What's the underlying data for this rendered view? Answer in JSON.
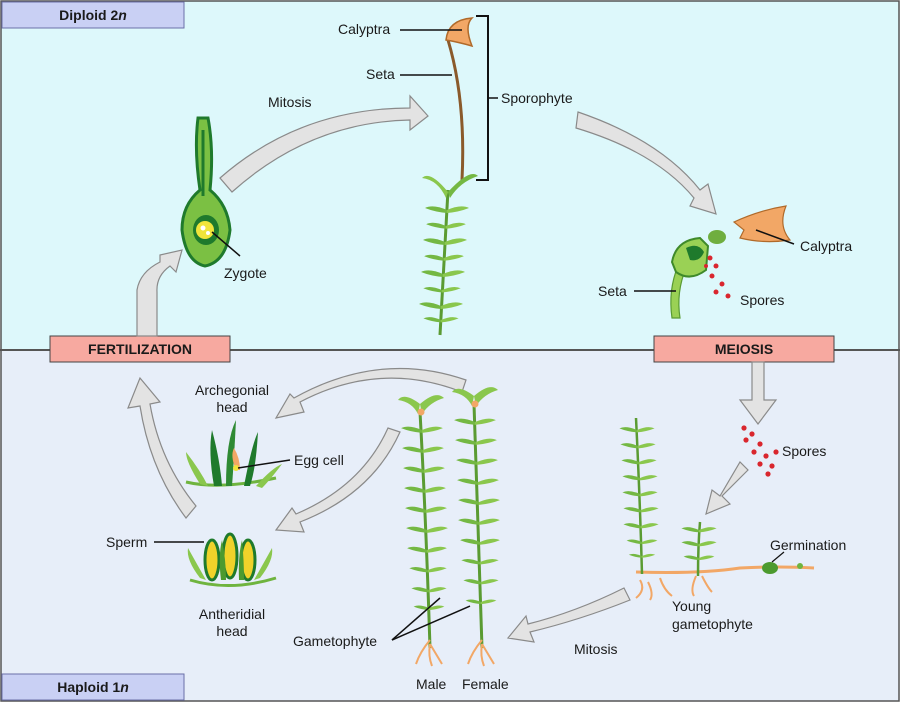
{
  "phases": {
    "diploid_prefix": "Diploid 2",
    "diploid_ital": "n",
    "haploid_prefix": "Haploid 1",
    "haploid_ital": "n"
  },
  "process_boxes": {
    "fertilization": "FERTILIZATION",
    "meiosis": "MEIOSIS"
  },
  "labels": {
    "calyptra_top": "Calyptra",
    "seta_top": "Seta",
    "sporophyte": "Sporophyte",
    "mitosis_top": "Mitosis",
    "zygote": "Zygote",
    "calyptra_right": "Calyptra",
    "seta_right": "Seta",
    "spores_right": "Spores",
    "archegonial_head_1": "Archegonial",
    "archegonial_head_2": "head",
    "egg_cell": "Egg cell",
    "sperm": "Sperm",
    "antheridial_head_1": "Antheridial",
    "antheridial_head_2": "head",
    "gametophyte": "Gametophyte",
    "male": "Male",
    "female": "Female",
    "mitosis_bottom": "Mitosis",
    "young_gametophyte_1": "Young",
    "young_gametophyte_2": "gametophyte",
    "germination": "Germination",
    "spores_bottom": "Spores"
  },
  "colors": {
    "diploid_bg": "#ddf8fb",
    "haploid_bg": "#e7eef9",
    "process_box": "#f7a9a0",
    "phase_box": "#c9d0f4",
    "arrow_fill": "#e3e3e3",
    "plant_green": "#6fb43f",
    "dark_green": "#1f7a2c",
    "spore_red": "#d9262e",
    "calyptra_orange": "#f2a766"
  }
}
